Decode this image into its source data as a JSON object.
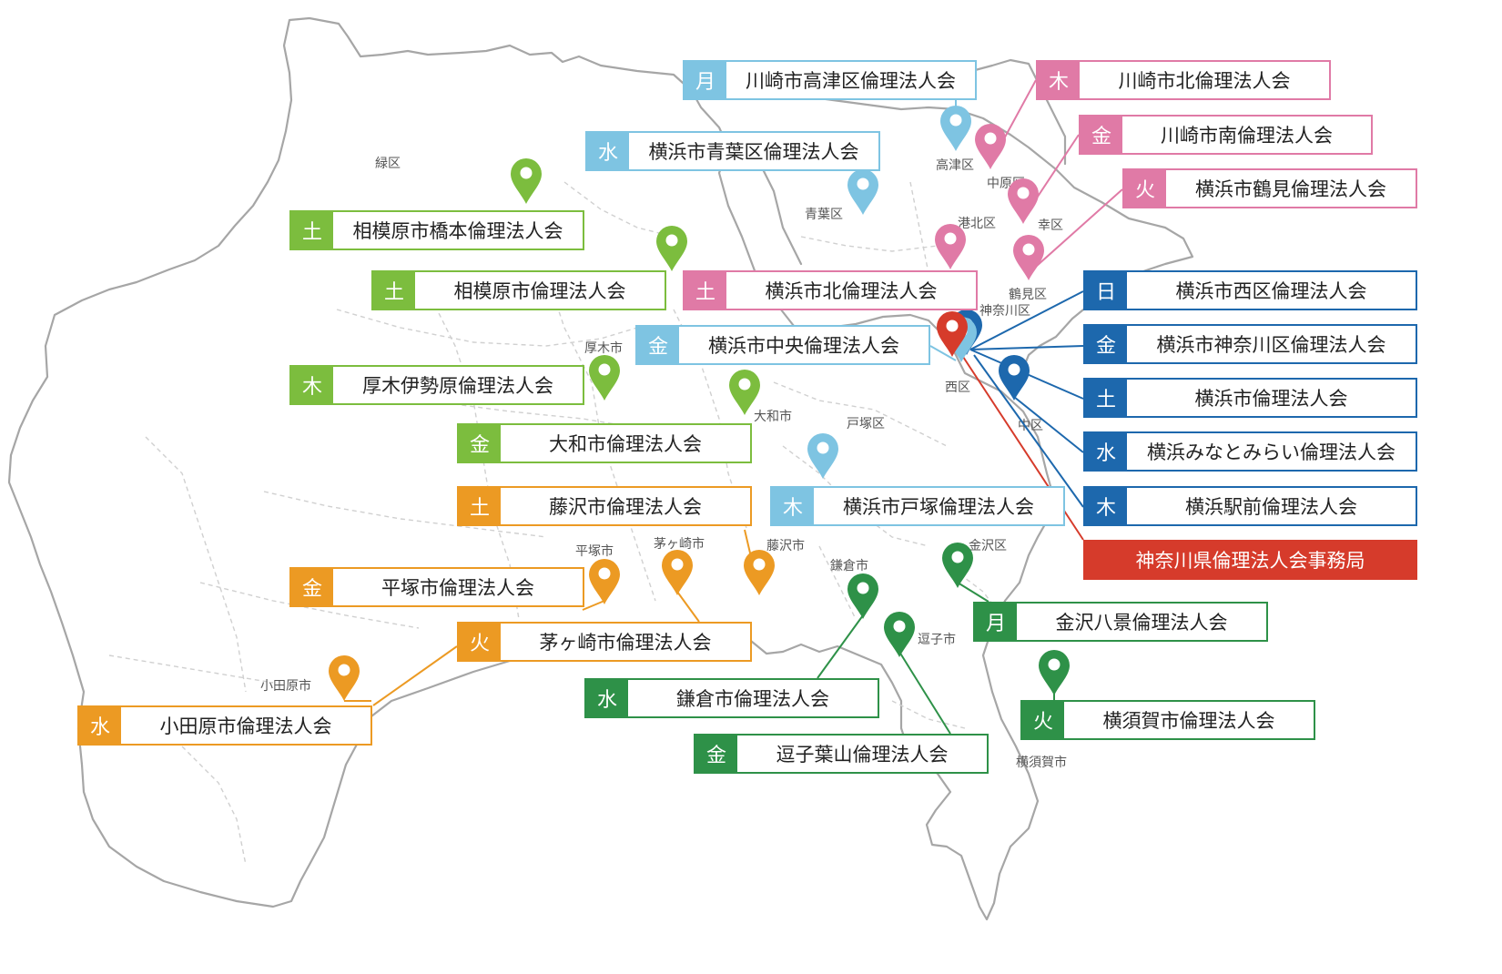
{
  "colors": {
    "blue_light": "#7ec4e2",
    "pink": "#e07aa6",
    "green_light": "#7cbd3e",
    "orange": "#ec9a23",
    "green_dark": "#2e9148",
    "blue_dark": "#1d68ad",
    "red": "#d63b2b"
  },
  "places": [
    {
      "id": "p-midori",
      "text": "緑区"
    },
    {
      "id": "p-takatsu",
      "text": "高津区"
    },
    {
      "id": "p-nakahara",
      "text": "中原区"
    },
    {
      "id": "p-aoba",
      "text": "青葉区"
    },
    {
      "id": "p-kohoku",
      "text": "港北区"
    },
    {
      "id": "p-saiwai",
      "text": "幸区"
    },
    {
      "id": "p-tsurumi",
      "text": "鶴見区"
    },
    {
      "id": "p-kanagawa",
      "text": "神奈川区"
    },
    {
      "id": "p-atsugi",
      "text": "厚木市"
    },
    {
      "id": "p-nishi",
      "text": "西区"
    },
    {
      "id": "p-yamato",
      "text": "大和市"
    },
    {
      "id": "p-totsuka",
      "text": "戸塚区"
    },
    {
      "id": "p-naka",
      "text": "中区"
    },
    {
      "id": "p-hiratsuka",
      "text": "平塚市"
    },
    {
      "id": "p-chigasaki",
      "text": "茅ヶ崎市"
    },
    {
      "id": "p-fujisawa",
      "text": "藤沢市"
    },
    {
      "id": "p-kamakura",
      "text": "鎌倉市"
    },
    {
      "id": "p-kanazawa",
      "text": "金沢区"
    },
    {
      "id": "p-zushi",
      "text": "逗子市"
    },
    {
      "id": "p-odawara",
      "text": "小田原市"
    },
    {
      "id": "p-yokosuka",
      "text": "横須賀市"
    }
  ],
  "labels": [
    {
      "day": "月",
      "name": "川崎市高津区倫理法人会",
      "color": "blue_light"
    },
    {
      "day": "木",
      "name": "川崎市北倫理法人会",
      "color": "pink"
    },
    {
      "day": "水",
      "name": "横浜市青葉区倫理法人会",
      "color": "blue_light"
    },
    {
      "day": "金",
      "name": "川崎市南倫理法人会",
      "color": "pink"
    },
    {
      "day": "火",
      "name": "横浜市鶴見倫理法人会",
      "color": "pink"
    },
    {
      "day": "土",
      "name": "相模原市橋本倫理法人会",
      "color": "green_light"
    },
    {
      "day": "土",
      "name": "相模原市倫理法人会",
      "color": "green_light"
    },
    {
      "day": "土",
      "name": "横浜市北倫理法人会",
      "color": "pink"
    },
    {
      "day": "日",
      "name": "横浜市西区倫理法人会",
      "color": "blue_dark"
    },
    {
      "day": "金",
      "name": "横浜市中央倫理法人会",
      "color": "blue_light"
    },
    {
      "day": "金",
      "name": "横浜市神奈川区倫理法人会",
      "color": "blue_dark"
    },
    {
      "day": "木",
      "name": "厚木伊勢原倫理法人会",
      "color": "green_light"
    },
    {
      "day": "土",
      "name": "横浜市倫理法人会",
      "color": "blue_dark"
    },
    {
      "day": "金",
      "name": "大和市倫理法人会",
      "color": "green_light"
    },
    {
      "day": "水",
      "name": "横浜みなとみらい倫理法人会",
      "color": "blue_dark"
    },
    {
      "day": "土",
      "name": "藤沢市倫理法人会",
      "color": "orange"
    },
    {
      "day": "木",
      "name": "横浜市戸塚倫理法人会",
      "color": "blue_light"
    },
    {
      "day": "木",
      "name": "横浜駅前倫理法人会",
      "color": "blue_dark"
    },
    {
      "day": "",
      "name": "神奈川県倫理法人会事務局",
      "color": "red"
    },
    {
      "day": "金",
      "name": "平塚市倫理法人会",
      "color": "orange"
    },
    {
      "day": "月",
      "name": "金沢八景倫理法人会",
      "color": "green_dark"
    },
    {
      "day": "火",
      "name": "茅ヶ崎市倫理法人会",
      "color": "orange"
    },
    {
      "day": "水",
      "name": "鎌倉市倫理法人会",
      "color": "green_dark"
    },
    {
      "day": "火",
      "name": "横須賀市倫理法人会",
      "color": "green_dark"
    },
    {
      "day": "水",
      "name": "小田原市倫理法人会",
      "color": "orange"
    },
    {
      "day": "金",
      "name": "逗子葉山倫理法人会",
      "color": "green_dark"
    }
  ],
  "pins": [
    {
      "id": "pin-takatsu",
      "color": "blue_light"
    },
    {
      "id": "pin-aoba",
      "color": "blue_light"
    },
    {
      "id": "pin-nakahara",
      "color": "pink"
    },
    {
      "id": "pin-saiwai",
      "color": "pink"
    },
    {
      "id": "pin-kohoku",
      "color": "pink"
    },
    {
      "id": "pin-tsurumi",
      "color": "pink"
    },
    {
      "id": "pin-hashimoto",
      "color": "green_light"
    },
    {
      "id": "pin-sagamihara",
      "color": "green_light"
    },
    {
      "id": "pin-atsugi",
      "color": "green_light"
    },
    {
      "id": "pin-yamato",
      "color": "green_light"
    },
    {
      "id": "pin-totsuka",
      "color": "blue_light"
    },
    {
      "id": "pin-nishi-a",
      "color": "blue_dark"
    },
    {
      "id": "pin-nishi-b",
      "color": "blue_light"
    },
    {
      "id": "pin-office",
      "color": "red"
    },
    {
      "id": "pin-naka",
      "color": "blue_dark"
    },
    {
      "id": "pin-hiratsuka",
      "color": "orange"
    },
    {
      "id": "pin-chigasaki",
      "color": "orange"
    },
    {
      "id": "pin-fujisawa",
      "color": "orange"
    },
    {
      "id": "pin-odawara",
      "color": "orange"
    },
    {
      "id": "pin-kanazawa",
      "color": "green_dark"
    },
    {
      "id": "pin-kamakura",
      "color": "green_dark"
    },
    {
      "id": "pin-zushi",
      "color": "green_dark"
    },
    {
      "id": "pin-yokosuka",
      "color": "green_dark"
    }
  ]
}
